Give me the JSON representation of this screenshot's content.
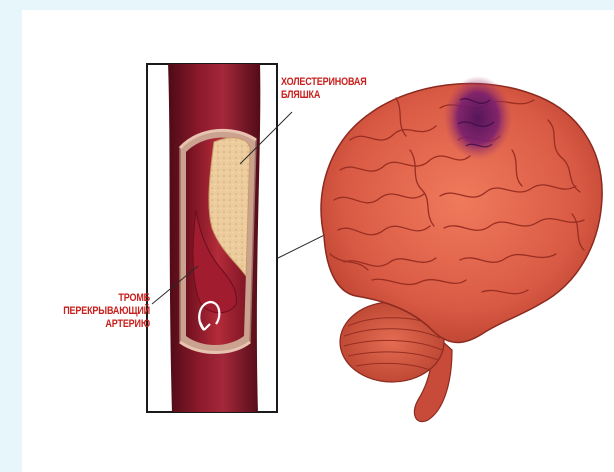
{
  "labels": {
    "plaque": [
      "ХОЛЕСТЕРИНОВАЯ",
      "БЛЯШКА"
    ],
    "thrombus": [
      "ТРОМБ",
      "ПЕРЕКРЫВАЮЩИЙ",
      "АРТЕРИЮ"
    ]
  },
  "colors": {
    "page_border": "#e6f6fa",
    "label": "#c8201c",
    "vessel": "#7a1424",
    "brain": "#e0644c",
    "stroke_zone": "#6a1a6e",
    "plaque": "#ecc89a"
  }
}
